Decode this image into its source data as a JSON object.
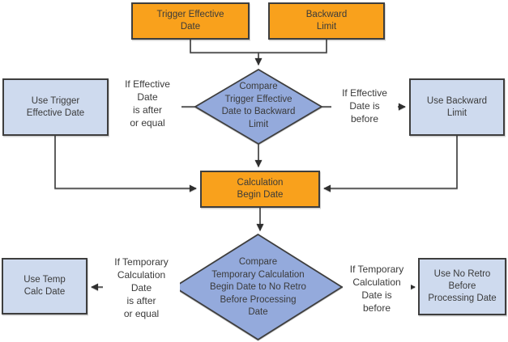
{
  "diagram": {
    "colors": {
      "process_fill": "#f9a11c",
      "decision_fill": "#94aadc",
      "result_fill": "#cedaee",
      "border": "#3e3e3e",
      "text": "#3a3a3a"
    },
    "nodes": {
      "trigger_effective_date": "Trigger Effective\nDate",
      "backward_limit": "Backward\nLimit",
      "decision_1": "Compare\nTrigger Effective\nDate to Backward\nLimit",
      "use_trigger_effective_date": "Use Trigger\nEffective Date",
      "use_backward_limit": "Use Backward\nLimit",
      "calculation_begin_date": "Calculation\nBegin Date",
      "decision_2": "Compare\nTemporary Calculation\nBegin Date to No Retro\nBefore Processing\nDate",
      "use_temp_calc_date": "Use Temp\nCalc Date",
      "use_no_retro_before_processing_date": "Use No Retro\nBefore\nProcessing Date"
    },
    "edge_labels": {
      "decision1_left": "If Effective\nDate\nis after\nor equal",
      "decision1_right": "If Effective\nDate is\nbefore",
      "decision2_left": "If Temporary\nCalculation\nDate\nis after\nor equal",
      "decision2_right": "If Temporary\nCalculation\nDate is\nbefore"
    }
  }
}
